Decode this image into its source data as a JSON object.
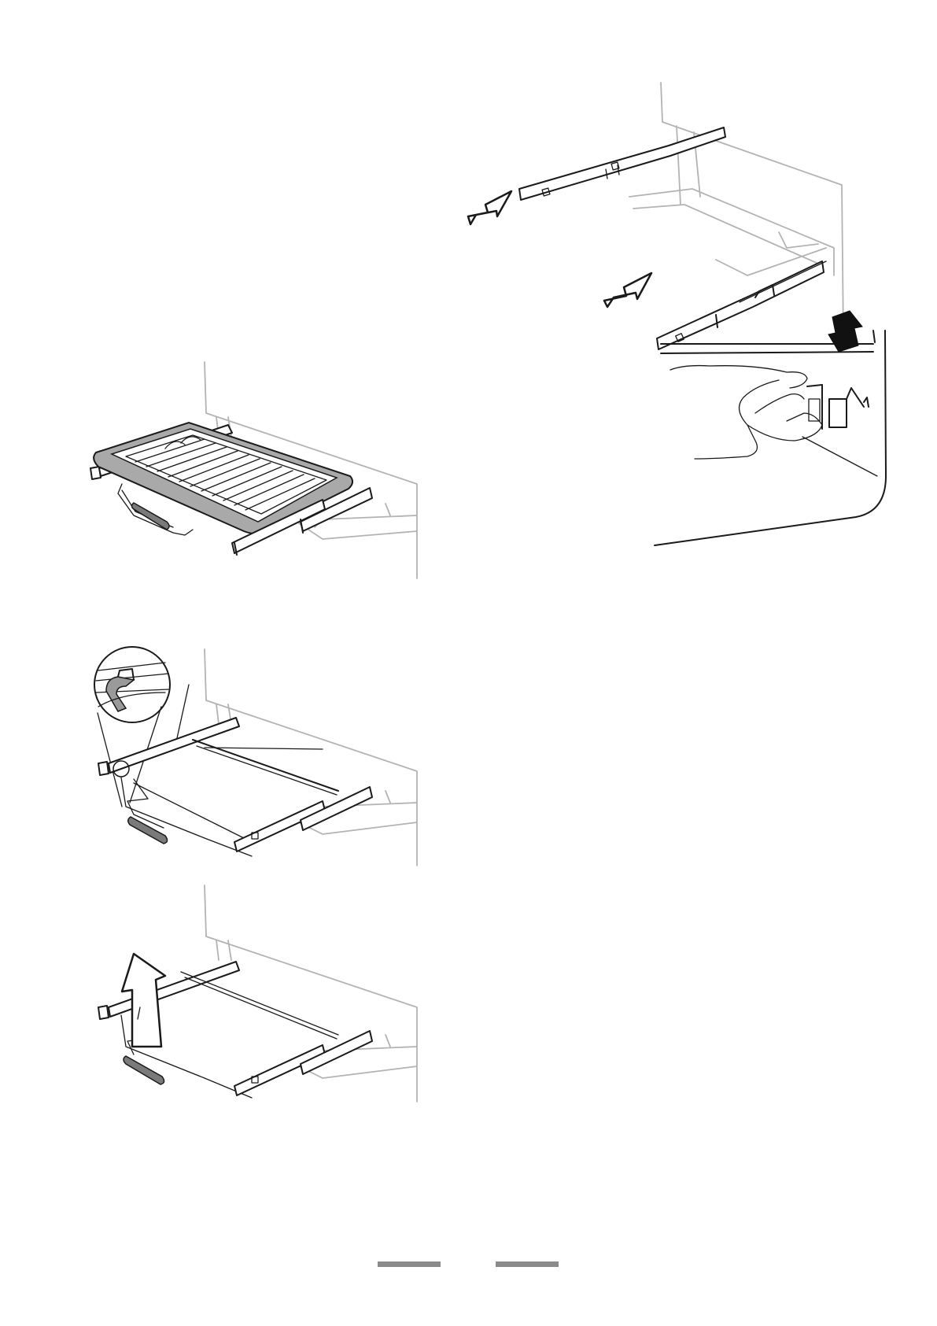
{
  "document": {
    "figures": [
      {
        "name": "fig-rails-insert",
        "description_icons": [
          "outline-arrow-icon",
          "outline-arrow-icon"
        ]
      },
      {
        "name": "fig-rail-clip-release",
        "description_icons": [
          "solid-up-arrow-icon"
        ]
      },
      {
        "name": "fig-grill-pan-on-frame"
      },
      {
        "name": "fig-frame-mounting-detail"
      },
      {
        "name": "fig-frame-lift-out",
        "description_icons": [
          "outline-up-arrow-icon"
        ]
      }
    ],
    "footer": {
      "left_bar_color": "#8a8a8a",
      "right_bar_color": "#8a8a8a",
      "truncated_text": ""
    }
  },
  "colors": {
    "line": "#1a1a1a",
    "ghost": "#b3b3b3",
    "handle": "#7a7a7a",
    "pan_rim": "#a9a9a9"
  }
}
